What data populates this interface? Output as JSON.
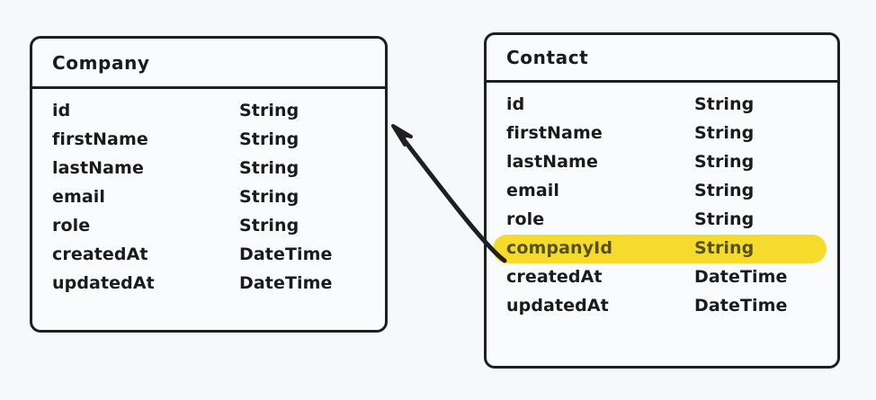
{
  "canvas": {
    "background_color": "#f7f8fb",
    "stroke_color": "#1f1f1f",
    "highlight_color": "#f5dc2c"
  },
  "entities": [
    {
      "name": "Company",
      "title": "Company",
      "fields": [
        {
          "name": "id",
          "type": "String",
          "highlighted": false
        },
        {
          "name": "firstName",
          "type": "String",
          "highlighted": false
        },
        {
          "name": "lastName",
          "type": "String",
          "highlighted": false
        },
        {
          "name": "email",
          "type": "String",
          "highlighted": false
        },
        {
          "name": "role",
          "type": "String",
          "highlighted": false
        },
        {
          "name": "createdAt",
          "type": "DateTime",
          "highlighted": false
        },
        {
          "name": "updatedAt",
          "type": "DateTime",
          "highlighted": false
        }
      ]
    },
    {
      "name": "Contact",
      "title": "Contact",
      "fields": [
        {
          "name": "id",
          "type": "String",
          "highlighted": false
        },
        {
          "name": "firstName",
          "type": "String",
          "highlighted": false
        },
        {
          "name": "lastName",
          "type": "String",
          "highlighted": false
        },
        {
          "name": "email",
          "type": "String",
          "highlighted": false
        },
        {
          "name": "role",
          "type": "String",
          "highlighted": false
        },
        {
          "name": "companyId",
          "type": "String",
          "highlighted": true
        },
        {
          "name": "createdAt",
          "type": "DateTime",
          "highlighted": false
        },
        {
          "name": "updatedAt",
          "type": "DateTime",
          "highlighted": false
        }
      ]
    }
  ],
  "relationship": {
    "from_entity": "Contact",
    "from_field": "companyId",
    "to_entity": "Company",
    "arrow_head_at": "Company"
  }
}
